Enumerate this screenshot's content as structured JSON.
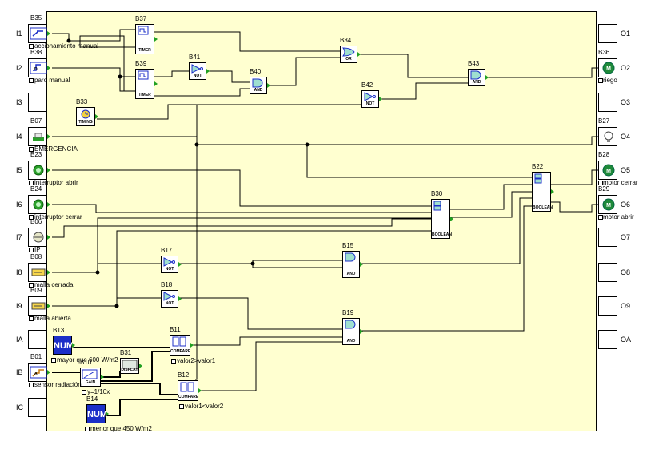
{
  "inputs": [
    {
      "id": "I1",
      "block": "B35",
      "name": "accionamiento manual",
      "icon": "push-button-icon"
    },
    {
      "id": "I2",
      "block": "B38",
      "name": "paro manual",
      "icon": "digital-input-icon",
      "tag": "DI"
    },
    {
      "id": "I3"
    },
    {
      "id": "I4",
      "block": "B07",
      "name": "EMERGENCIA",
      "icon": "emergency-button-icon"
    },
    {
      "id": "I5",
      "block": "B23",
      "name": "interruptor abrir",
      "icon": "green-switch-icon"
    },
    {
      "id": "I6",
      "block": "B24",
      "name": "interruptor cerrar",
      "icon": "green-switch-icon"
    },
    {
      "id": "I7",
      "block": "B06",
      "name": "IP",
      "icon": "sensor-icon"
    },
    {
      "id": "I8",
      "block": "B08",
      "name": "malla cerrada",
      "icon": "limit-switch-icon"
    },
    {
      "id": "I9",
      "block": "B09",
      "name": "malla abierta",
      "icon": "limit-switch-icon"
    },
    {
      "id": "IA"
    },
    {
      "id": "IB",
      "block": "B01",
      "name": "sensor radiación",
      "icon": "analog-input-icon",
      "tag": "AI"
    },
    {
      "id": "IC"
    }
  ],
  "outputs": [
    {
      "id": "O1"
    },
    {
      "id": "O2",
      "block": "B36",
      "name": "riego",
      "icon": "motor-icon"
    },
    {
      "id": "O3"
    },
    {
      "id": "O4",
      "block": "B27",
      "name": "",
      "icon": "lamp-icon"
    },
    {
      "id": "O5",
      "block": "B28",
      "name": "motor cerrar",
      "icon": "motor-icon"
    },
    {
      "id": "O6",
      "block": "B29",
      "name": "motor abrir",
      "icon": "motor-icon"
    },
    {
      "id": "O7"
    },
    {
      "id": "O8"
    },
    {
      "id": "O9"
    },
    {
      "id": "OA"
    }
  ],
  "blocks": {
    "B37": {
      "id": "B37",
      "caption": "TIMER"
    },
    "B39": {
      "id": "B39",
      "caption": "TIMER"
    },
    "B41": {
      "id": "B41",
      "caption": "NOT"
    },
    "B40": {
      "id": "B40",
      "caption": "AND"
    },
    "B34": {
      "id": "B34",
      "caption": "OR"
    },
    "B43": {
      "id": "B43",
      "caption": "AND"
    },
    "B42": {
      "id": "B42",
      "caption": "NOT"
    },
    "B33": {
      "id": "B33",
      "caption": "TIMING"
    },
    "B22": {
      "id": "B22",
      "caption": "BOOLEAN"
    },
    "B30": {
      "id": "B30",
      "caption": "BOOLEAN"
    },
    "B15": {
      "id": "B15",
      "caption": "AND"
    },
    "B17": {
      "id": "B17",
      "caption": "NOT"
    },
    "B18": {
      "id": "B18",
      "caption": "NOT"
    },
    "B19": {
      "id": "B19",
      "caption": "AND"
    },
    "B13": {
      "id": "B13",
      "caption": "NUM",
      "name": "mayor que 600 W/m2"
    },
    "B11": {
      "id": "B11",
      "caption": "COMPARE",
      "name": "valor2>valor1"
    },
    "B31": {
      "id": "B31",
      "caption": "DISPLAY"
    },
    "B10": {
      "id": "B10",
      "caption": "GAIN",
      "name": "y=1/10x"
    },
    "B12": {
      "id": "B12",
      "caption": "COMPARE",
      "name": "valor1<valor2"
    },
    "B14": {
      "id": "B14",
      "caption": "NUM",
      "name": "menor que 450 W/m2"
    }
  },
  "colors": {
    "sheet": "#ffffd0",
    "wire": "#000000",
    "selected_wire": "#000000",
    "pin": "#21a021",
    "num": "#1c2fc8"
  }
}
